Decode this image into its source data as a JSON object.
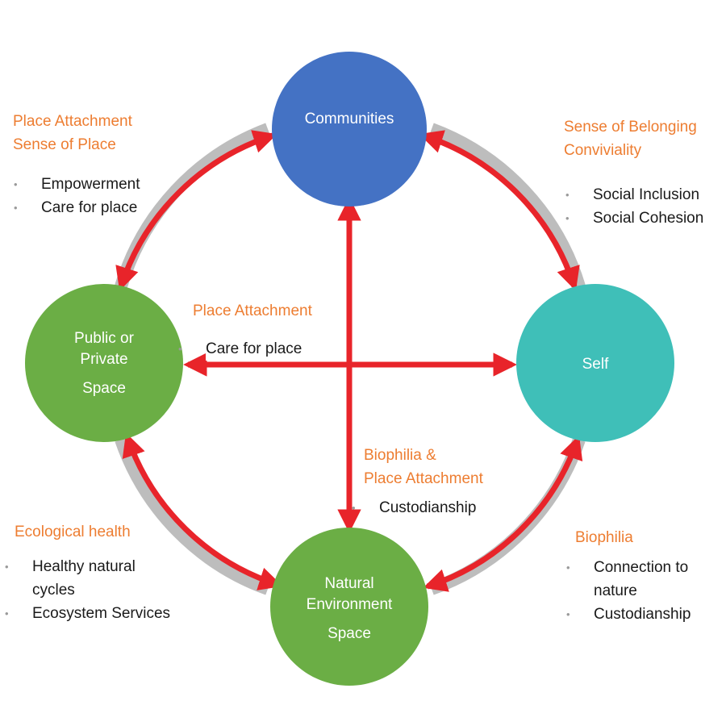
{
  "colors": {
    "communities": "#4472C4",
    "self": "#3FBFB8",
    "green": "#6BAE45",
    "arrow": "#E8242A",
    "ring": "#BDBDBD",
    "heading": "#ED7D31"
  },
  "nodes": {
    "communities": "Communities",
    "self": "Self",
    "public_space": [
      "Public or",
      "Private",
      "Space"
    ],
    "natural_space": [
      "Natural",
      "Environment",
      "Space"
    ]
  },
  "labels": {
    "top_left": {
      "headings": [
        "Place Attachment",
        "Sense of Place"
      ],
      "bullets": [
        "Empowerment",
        "Care for place"
      ]
    },
    "top_right": {
      "headings": [
        "Sense of Belonging",
        "Conviviality"
      ],
      "bullets": [
        "Social Inclusion",
        "Social Cohesion"
      ]
    },
    "center_horizontal": {
      "headings": [
        "Place Attachment"
      ],
      "bullets": [
        "Care for place"
      ]
    },
    "center_vertical": {
      "headings": [
        "Biophilia &",
        "Place Attachment"
      ],
      "bullets": [
        "Custodianship"
      ]
    },
    "bottom_left": {
      "headings": [
        "Ecological health"
      ],
      "bullets": [
        "Healthy natural",
        "cycles",
        "Ecosystem Services"
      ]
    },
    "bottom_right": {
      "headings": [
        "Biophilia"
      ],
      "bullets": [
        "Connection to",
        "nature",
        "Custodianship"
      ]
    }
  }
}
